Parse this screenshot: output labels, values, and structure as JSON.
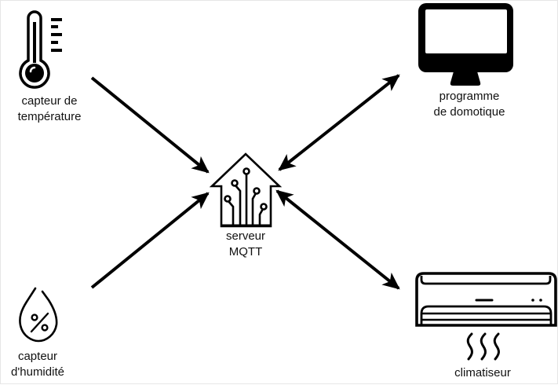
{
  "diagram": {
    "title": "",
    "nodes": [
      {
        "id": "temperature-sensor",
        "icon": "thermometer-icon",
        "label_lines": [
          "capteur de",
          "température"
        ]
      },
      {
        "id": "humidity-sensor",
        "icon": "humidity-drop-icon",
        "label_lines": [
          "capteur",
          "d'humidité"
        ]
      },
      {
        "id": "mqtt-server",
        "icon": "smart-home-circuit-icon",
        "label_lines": [
          "serveur",
          "MQTT"
        ]
      },
      {
        "id": "home-automation-program",
        "icon": "monitor-icon",
        "label_lines": [
          "programme",
          "de domotique"
        ]
      },
      {
        "id": "air-conditioner",
        "icon": "air-conditioner-icon",
        "label_lines": [
          "climatiseur"
        ]
      }
    ],
    "edges": [
      {
        "from": "temperature-sensor",
        "to": "mqtt-server",
        "direction": "one-way"
      },
      {
        "from": "humidity-sensor",
        "to": "mqtt-server",
        "direction": "one-way"
      },
      {
        "from": "mqtt-server",
        "to": "home-automation-program",
        "direction": "two-way"
      },
      {
        "from": "mqtt-server",
        "to": "air-conditioner",
        "direction": "two-way"
      }
    ],
    "colors": {
      "stroke": "#000000",
      "background": "#ffffff",
      "text": "#111111"
    }
  }
}
